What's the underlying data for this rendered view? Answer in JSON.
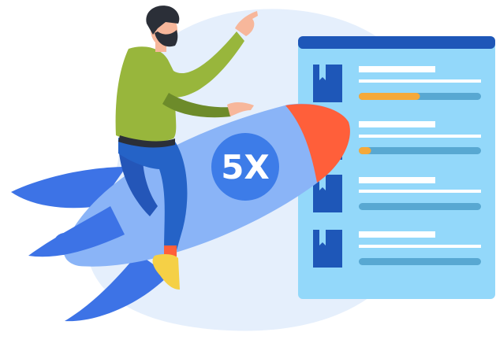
{
  "rocket": {
    "badge_text": "5X"
  },
  "list_panel": {
    "items": [
      {
        "icon": "bookmark-icon",
        "progress": 0.5
      },
      {
        "icon": "bookmark-icon",
        "progress": 0.1
      },
      {
        "icon": "bookmark-icon",
        "progress": 0
      },
      {
        "icon": "bookmark-icon",
        "progress": 0
      }
    ]
  },
  "colors": {
    "blob": "#e5effc",
    "panel": "#93d8fa",
    "panel_header": "#1e57b8",
    "bookmark": "#1e57b8",
    "line": "#ffffff",
    "progress_track": "#58a8d2",
    "progress_fill": "#f5a93a",
    "rocket_body": "#8ab4f7",
    "rocket_fin": "#3d73e6",
    "rocket_nose": "#ff5f3a",
    "badge": "#3d7ce8"
  }
}
